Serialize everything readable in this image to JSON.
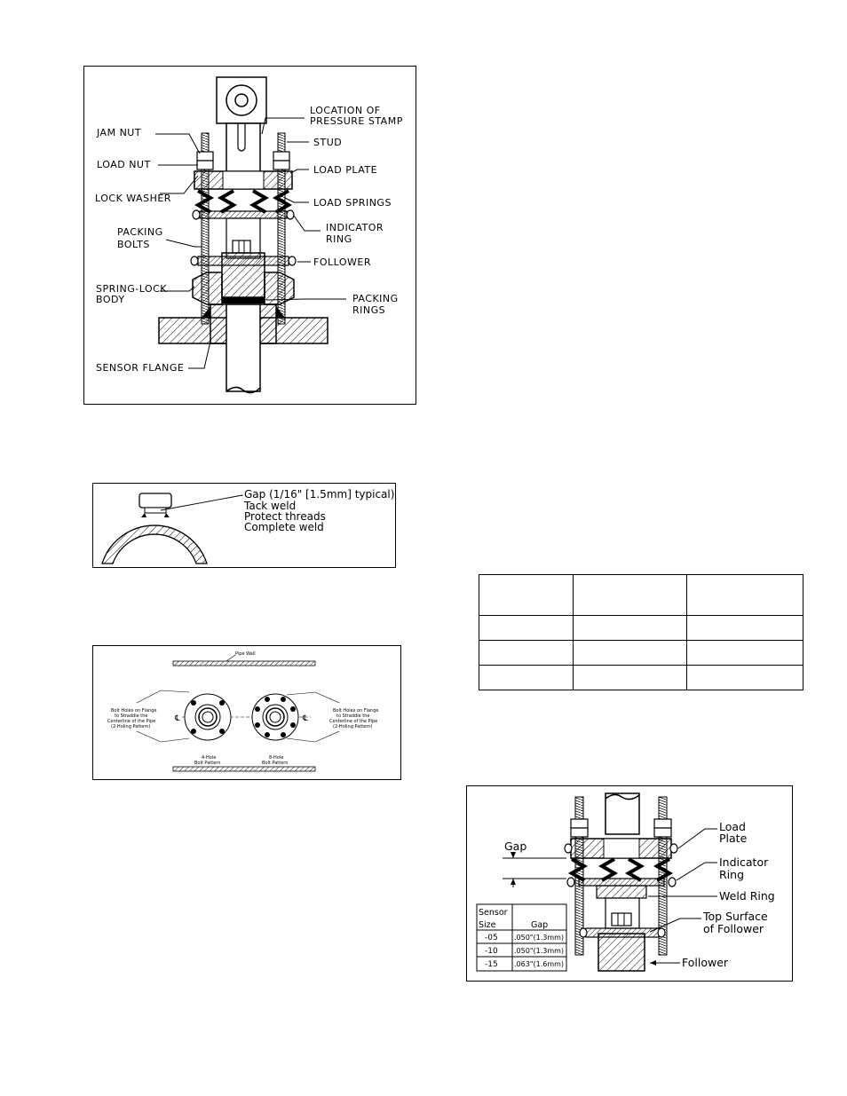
{
  "fig1": {
    "labels": {
      "jam_nut": "JAM NUT",
      "load_nut": "LOAD NUT",
      "lock_washer": "LOCK WASHER",
      "packing_bolts_1": "PACKING",
      "packing_bolts_2": "BOLTS",
      "spring_lock_body_1": "SPRING-LOCK",
      "spring_lock_body_2": "BODY",
      "sensor_flange": "SENSOR FLANGE",
      "pressure_stamp_1": "LOCATION OF",
      "pressure_stamp_2": "PRESSURE STAMP",
      "stud": "STUD",
      "load_plate": "LOAD PLATE",
      "load_springs": "LOAD SPRINGS",
      "indicator_ring_1": "INDICATOR",
      "indicator_ring_2": "RING",
      "follower": "FOLLOWER",
      "packing_rings_1": "PACKING",
      "packing_rings_2": "RINGS"
    }
  },
  "fig2": {
    "lines": [
      "Gap (1/16\" [1.5mm] typical)",
      "Tack weld",
      "Protect threads",
      "Complete weld"
    ]
  },
  "fig3": {
    "pipe_wall": "Pipe Wall",
    "left_note": [
      "Bolt Holes on Flange",
      "to Straddle the",
      "Centerline of the Pipe",
      "(2-Holing Pattern)"
    ],
    "right_note": [
      "Bolt Holes on Flange",
      "to Straddle the",
      "Centerline of the Pipe",
      "(2-Holing Pattern)"
    ],
    "left_caption": [
      "4-Hole",
      "Bolt Pattern"
    ],
    "right_caption": [
      "8-Hole",
      "Bolt Pattern"
    ],
    "centerline_symbol": "℄"
  },
  "fig4": {
    "gap": "Gap",
    "load_plate_1": "Load",
    "load_plate_2": "Plate",
    "indicator_ring_1": "Indicator",
    "indicator_ring_2": "Ring",
    "weld_ring": "Weld Ring",
    "top_surface_1": "Top Surface",
    "top_surface_2": "of Follower",
    "follower": "Follower",
    "table": {
      "header_1a": "Sensor",
      "header_1b": "Size",
      "header_2": "Gap",
      "rows": [
        {
          "size": "-05",
          "gap": ".050\"(1.3mm)"
        },
        {
          "size": "-10",
          "gap": ".050\"(1.3mm)"
        },
        {
          "size": "-15",
          "gap": ".063\"(1.6mm)"
        }
      ]
    }
  }
}
